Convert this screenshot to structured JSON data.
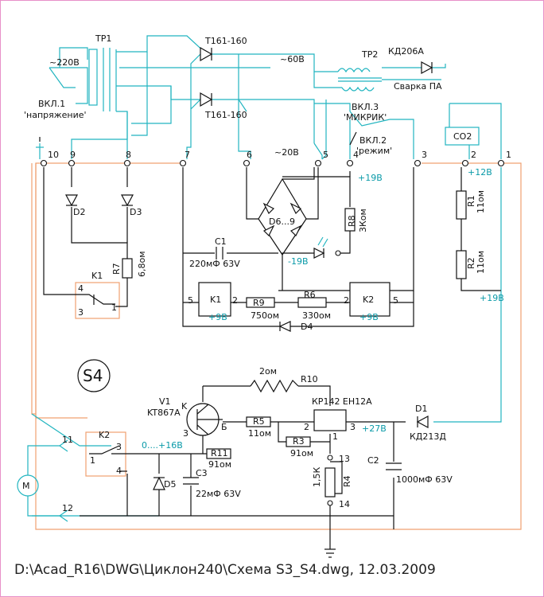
{
  "diagram": {
    "source_path": "D:\\Acad_R16\\DWG\\Циклон240\\Схема S3_S4.dwg, 12.03.2009",
    "block_label": "S4",
    "transformers": {
      "tr1": "TP1",
      "tr2": "TP2"
    },
    "mains": "~220В",
    "switch1": {
      "name": "ВКЛ.1",
      "sub": "'напряжение'"
    },
    "switch2": {
      "name": "ВКЛ.2",
      "sub": "'режим'"
    },
    "switch3": {
      "name": "ВКЛ.3",
      "sub": "'МИКРИК'"
    },
    "thyristors": [
      "T161-160",
      "T161-160"
    ],
    "diode_kd206": "КД206А",
    "svarka": "Сварка ПА",
    "ac60": "~60В",
    "ac20": "~20В",
    "co2": "CO2",
    "terminals": [
      "10",
      "9",
      "8",
      "7",
      "6",
      "5",
      "4",
      "3",
      "2",
      "1"
    ],
    "rails": {
      "p19": "+19В",
      "p12": "+12В",
      "n19": "-19В",
      "p19b": "+19В",
      "p9a": "+9В",
      "p9b": "+9В",
      "p27": "+27В",
      "range": "0....+16В"
    },
    "parts": {
      "d2": "D2",
      "d3": "D3",
      "d4": "D4",
      "d5": "D5",
      "d1": "D1",
      "d1_type": "КД213Д",
      "bridge": "D6...9",
      "r7": "R7",
      "r7v": "6,8ом",
      "r8": "R8",
      "r8v": "3Ком",
      "r1": "R1",
      "r1v": "11ом",
      "r2": "R2",
      "r2v": "11ом",
      "r9": "R9",
      "r9v": "750ом",
      "r6": "R6",
      "r6v": "330ом",
      "r10": "R10",
      "r10v": "2ом",
      "r5": "R5",
      "r5v": "11ом",
      "r3": "R3",
      "r3v": "91ом",
      "r11": "R11",
      "r11v": "91ом",
      "r4": "R4",
      "r4v": "1,5К",
      "c1": "C1",
      "c1v": "220мФ 63V",
      "c2": "C2",
      "c2v": "1000мФ 63V",
      "c3": "C3",
      "c3v": "22мФ 63V",
      "k1": "K1",
      "k2": "K2",
      "v1": "V1",
      "v1_type": "KT867A",
      "ic": "КР142  ЕН12А",
      "motor": "M"
    },
    "pins": {
      "k1_1": "1",
      "k1_2": "2",
      "k1_3": "3",
      "k1_4": "4",
      "k1_5": "5",
      "k2_1": "1",
      "k2_2": "2",
      "k2_3": "3",
      "k2_4": "4",
      "k2_5": "5",
      "v1_k": "K",
      "v1_b": "Б",
      "v1_3": "3",
      "ic_1": "1",
      "ic_2": "2",
      "ic_3": "3",
      "n11": "11",
      "n12": "12",
      "n13": "13",
      "n14": "14"
    }
  }
}
